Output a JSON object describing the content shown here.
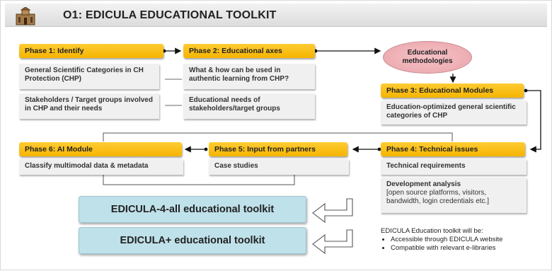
{
  "header": {
    "title": "O1: EDICULA EDUCATIONAL TOOLKIT",
    "logo_icon": "monument-icon"
  },
  "methodologies": {
    "label": "Educational methodologies"
  },
  "phase1": {
    "label": "Phase 1: Identify",
    "items": [
      "General Scientific Categories in CH Protection (CHP)",
      "Stakeholders / Target groups involved in CHP and their needs"
    ]
  },
  "phase2": {
    "label": "Phase 2: Educational axes",
    "items": [
      "What & how can be used in authentic learning from CHP?",
      "Educational needs of stakeholders/target groups"
    ]
  },
  "phase3": {
    "label": "Phase 3: Educational Modules",
    "items": [
      "Education-optimized general scientific categories of CHP"
    ]
  },
  "phase4": {
    "label": "Phase 4: Technical issues",
    "items": [
      "Technical requirements"
    ],
    "analysis_title": "Development analysis",
    "analysis_text": "[open source platforms, visitors, bandwidth, login credentials etc.]"
  },
  "phase5": {
    "label": "Phase 5: Input from partners",
    "items": [
      "Case studies"
    ]
  },
  "phase6": {
    "label": "Phase 6: AI Module",
    "items": [
      "Classify multimodal data & metadata"
    ]
  },
  "toolkits": [
    "EDICULA-4-all educational toolkit",
    "EDICULA+ educational toolkit"
  ],
  "note": {
    "title": "EDICULA Education toolkit will be:",
    "bullets": [
      "Accessible through EDICULA website",
      "Compatible with relevant e-libraries"
    ]
  },
  "colors": {
    "phase": "#f5b400",
    "box": "#f0f0f0",
    "ellipse": "#e8a4aa",
    "toolkit": "#bfe1ea"
  }
}
